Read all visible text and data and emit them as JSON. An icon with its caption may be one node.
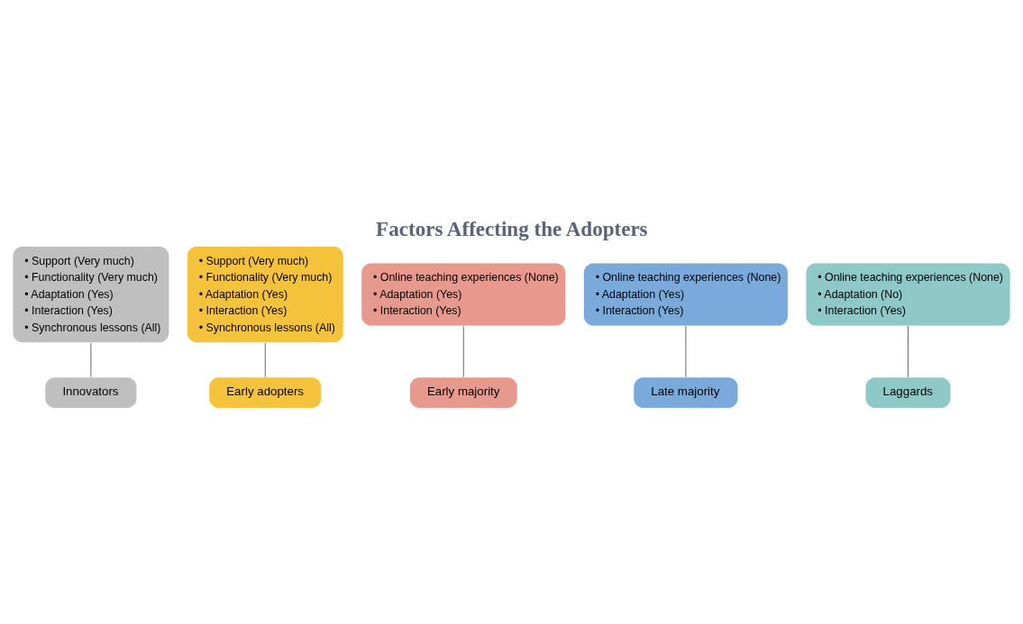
{
  "diagram": {
    "title": "Factors Affecting the Adopters",
    "nodes": [
      {
        "text": [
          "Innovators"
        ]
      },
      {
        "text": [
          "• Support (Very much)",
          "• Functionality (Very much)",
          "• Adaptation (Yes)",
          "• Interaction (Yes)",
          "• Synchronous lessons (All)"
        ]
      },
      {
        "text": [
          "Early adopters"
        ]
      },
      {
        "text": [
          "• Support (Very much)",
          "• Functionality (Very much)",
          "• Adaptation (Yes)",
          "• Interaction (Yes)",
          "• Synchronous lessons (All)"
        ]
      },
      {
        "text": [
          "Early majority"
        ]
      },
      {
        "text": [
          "• Online teaching experiences (None)",
          "• Adaptation (Yes)",
          "• Interaction (Yes)"
        ]
      },
      {
        "text": [
          "Late majority"
        ]
      },
      {
        "text": [
          "• Online teaching experiences (None)",
          "• Adaptation (Yes)",
          "• Interaction (Yes)"
        ]
      },
      {
        "text": [
          "Laggards"
        ]
      },
      {
        "text": [
          "• Online teaching experiences (None)",
          "• Adaptation (No)",
          "• Interaction (Yes)"
        ]
      }
    ],
    "edges": [
      {
        "from": 1,
        "to": 0,
        "arrow": "none"
      },
      {
        "from": 3,
        "to": 2,
        "arrow": "none"
      },
      {
        "from": 5,
        "to": 4,
        "arrow": "none"
      },
      {
        "from": 7,
        "to": 6,
        "arrow": "none"
      },
      {
        "from": 9,
        "to": 8,
        "arrow": "none"
      }
    ]
  }
}
